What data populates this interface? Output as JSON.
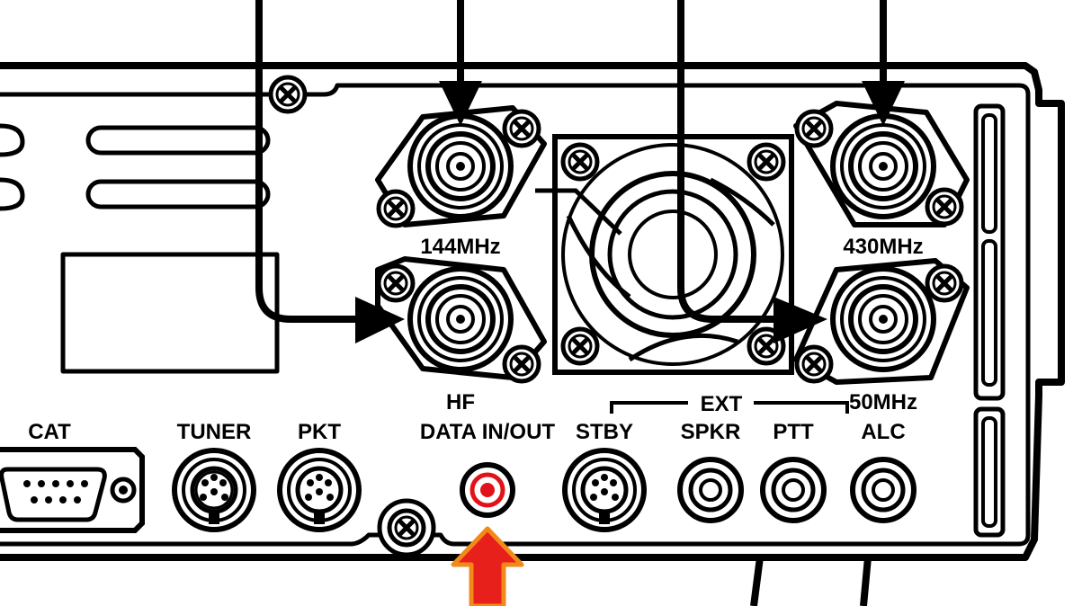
{
  "labels": {
    "band_144": "144MHz",
    "band_430": "430MHz",
    "band_hf": "HF",
    "band_50": "50MHz",
    "ext": "EXT",
    "cat": "CAT",
    "tuner": "TUNER",
    "pkt": "PKT",
    "data_in_out": "DATA IN/OUT",
    "stby": "STBY",
    "spkr": "SPKR",
    "ptt": "PTT",
    "alc": "ALC"
  },
  "colors": {
    "line": "#000000",
    "background": "#ffffff",
    "highlight_red": "#e0131a",
    "pointer_fill": "#e8201c",
    "pointer_outline": "#f28a1a"
  },
  "icons": {
    "pointer": "up-arrow-icon",
    "screws": "screw-head-icon"
  }
}
